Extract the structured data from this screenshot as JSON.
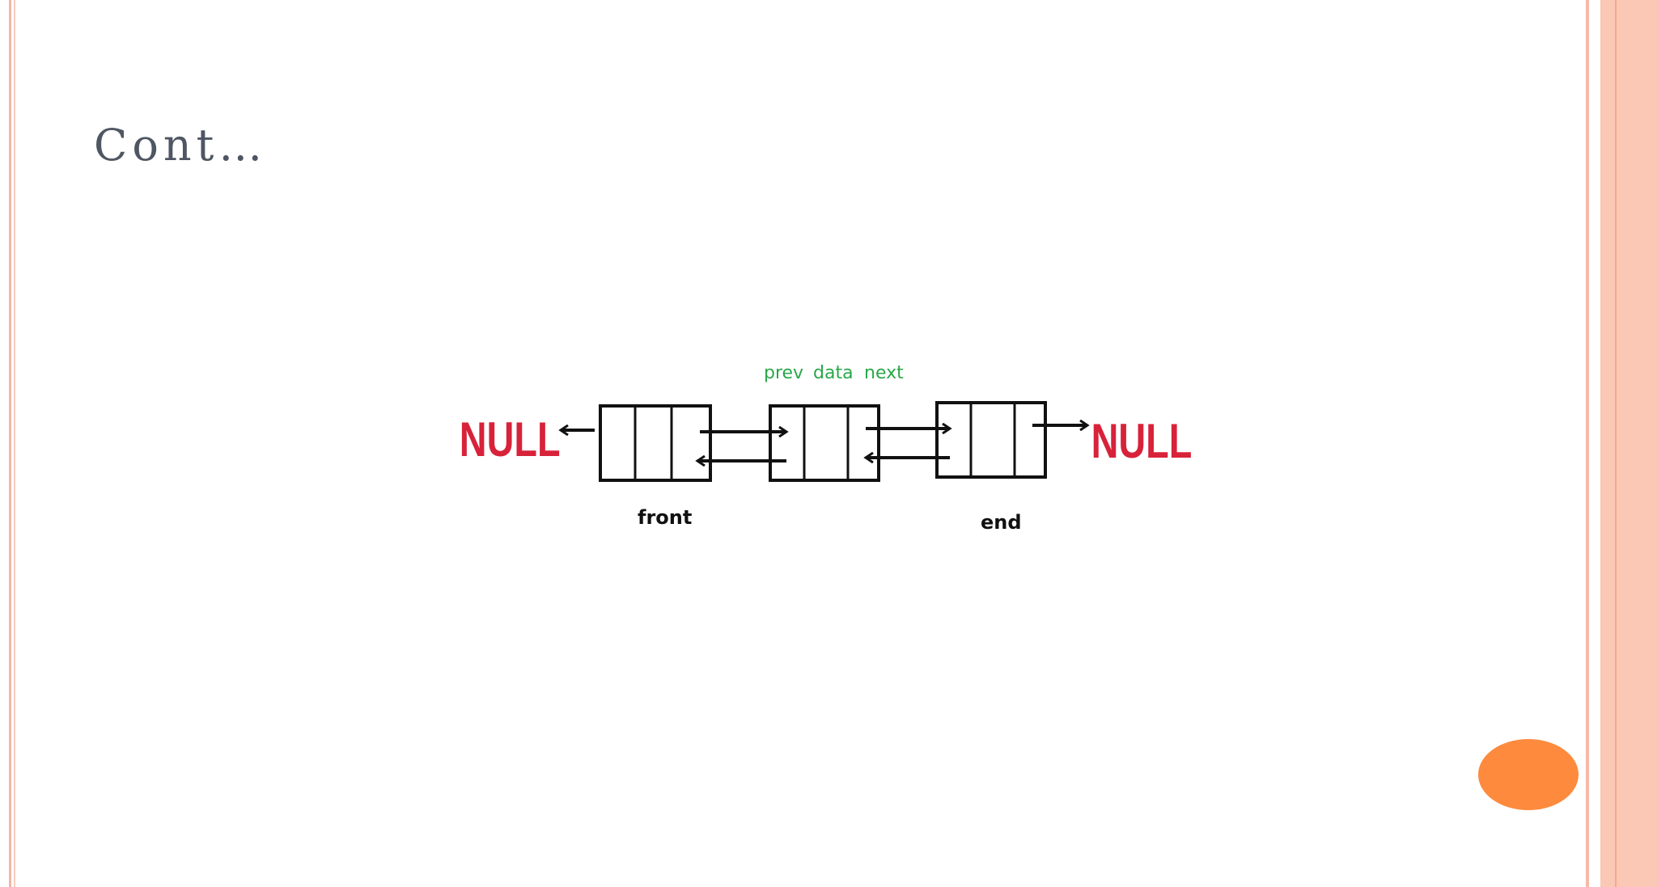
{
  "slide": {
    "title": "Cont…"
  },
  "diagram": {
    "left_terminal": "NULL",
    "right_terminal": "NULL",
    "field_labels": {
      "prev": "prev",
      "data": "data",
      "next": "next"
    },
    "node_labels": {
      "first": "front",
      "last": "end"
    }
  },
  "colors": {
    "title": "#4f5663",
    "null_text": "#d8223a",
    "field_label_text": "#2aa84a",
    "node_stroke": "#111111",
    "accent_badge": "#fd8a3d",
    "border": "#fbc8b5"
  }
}
